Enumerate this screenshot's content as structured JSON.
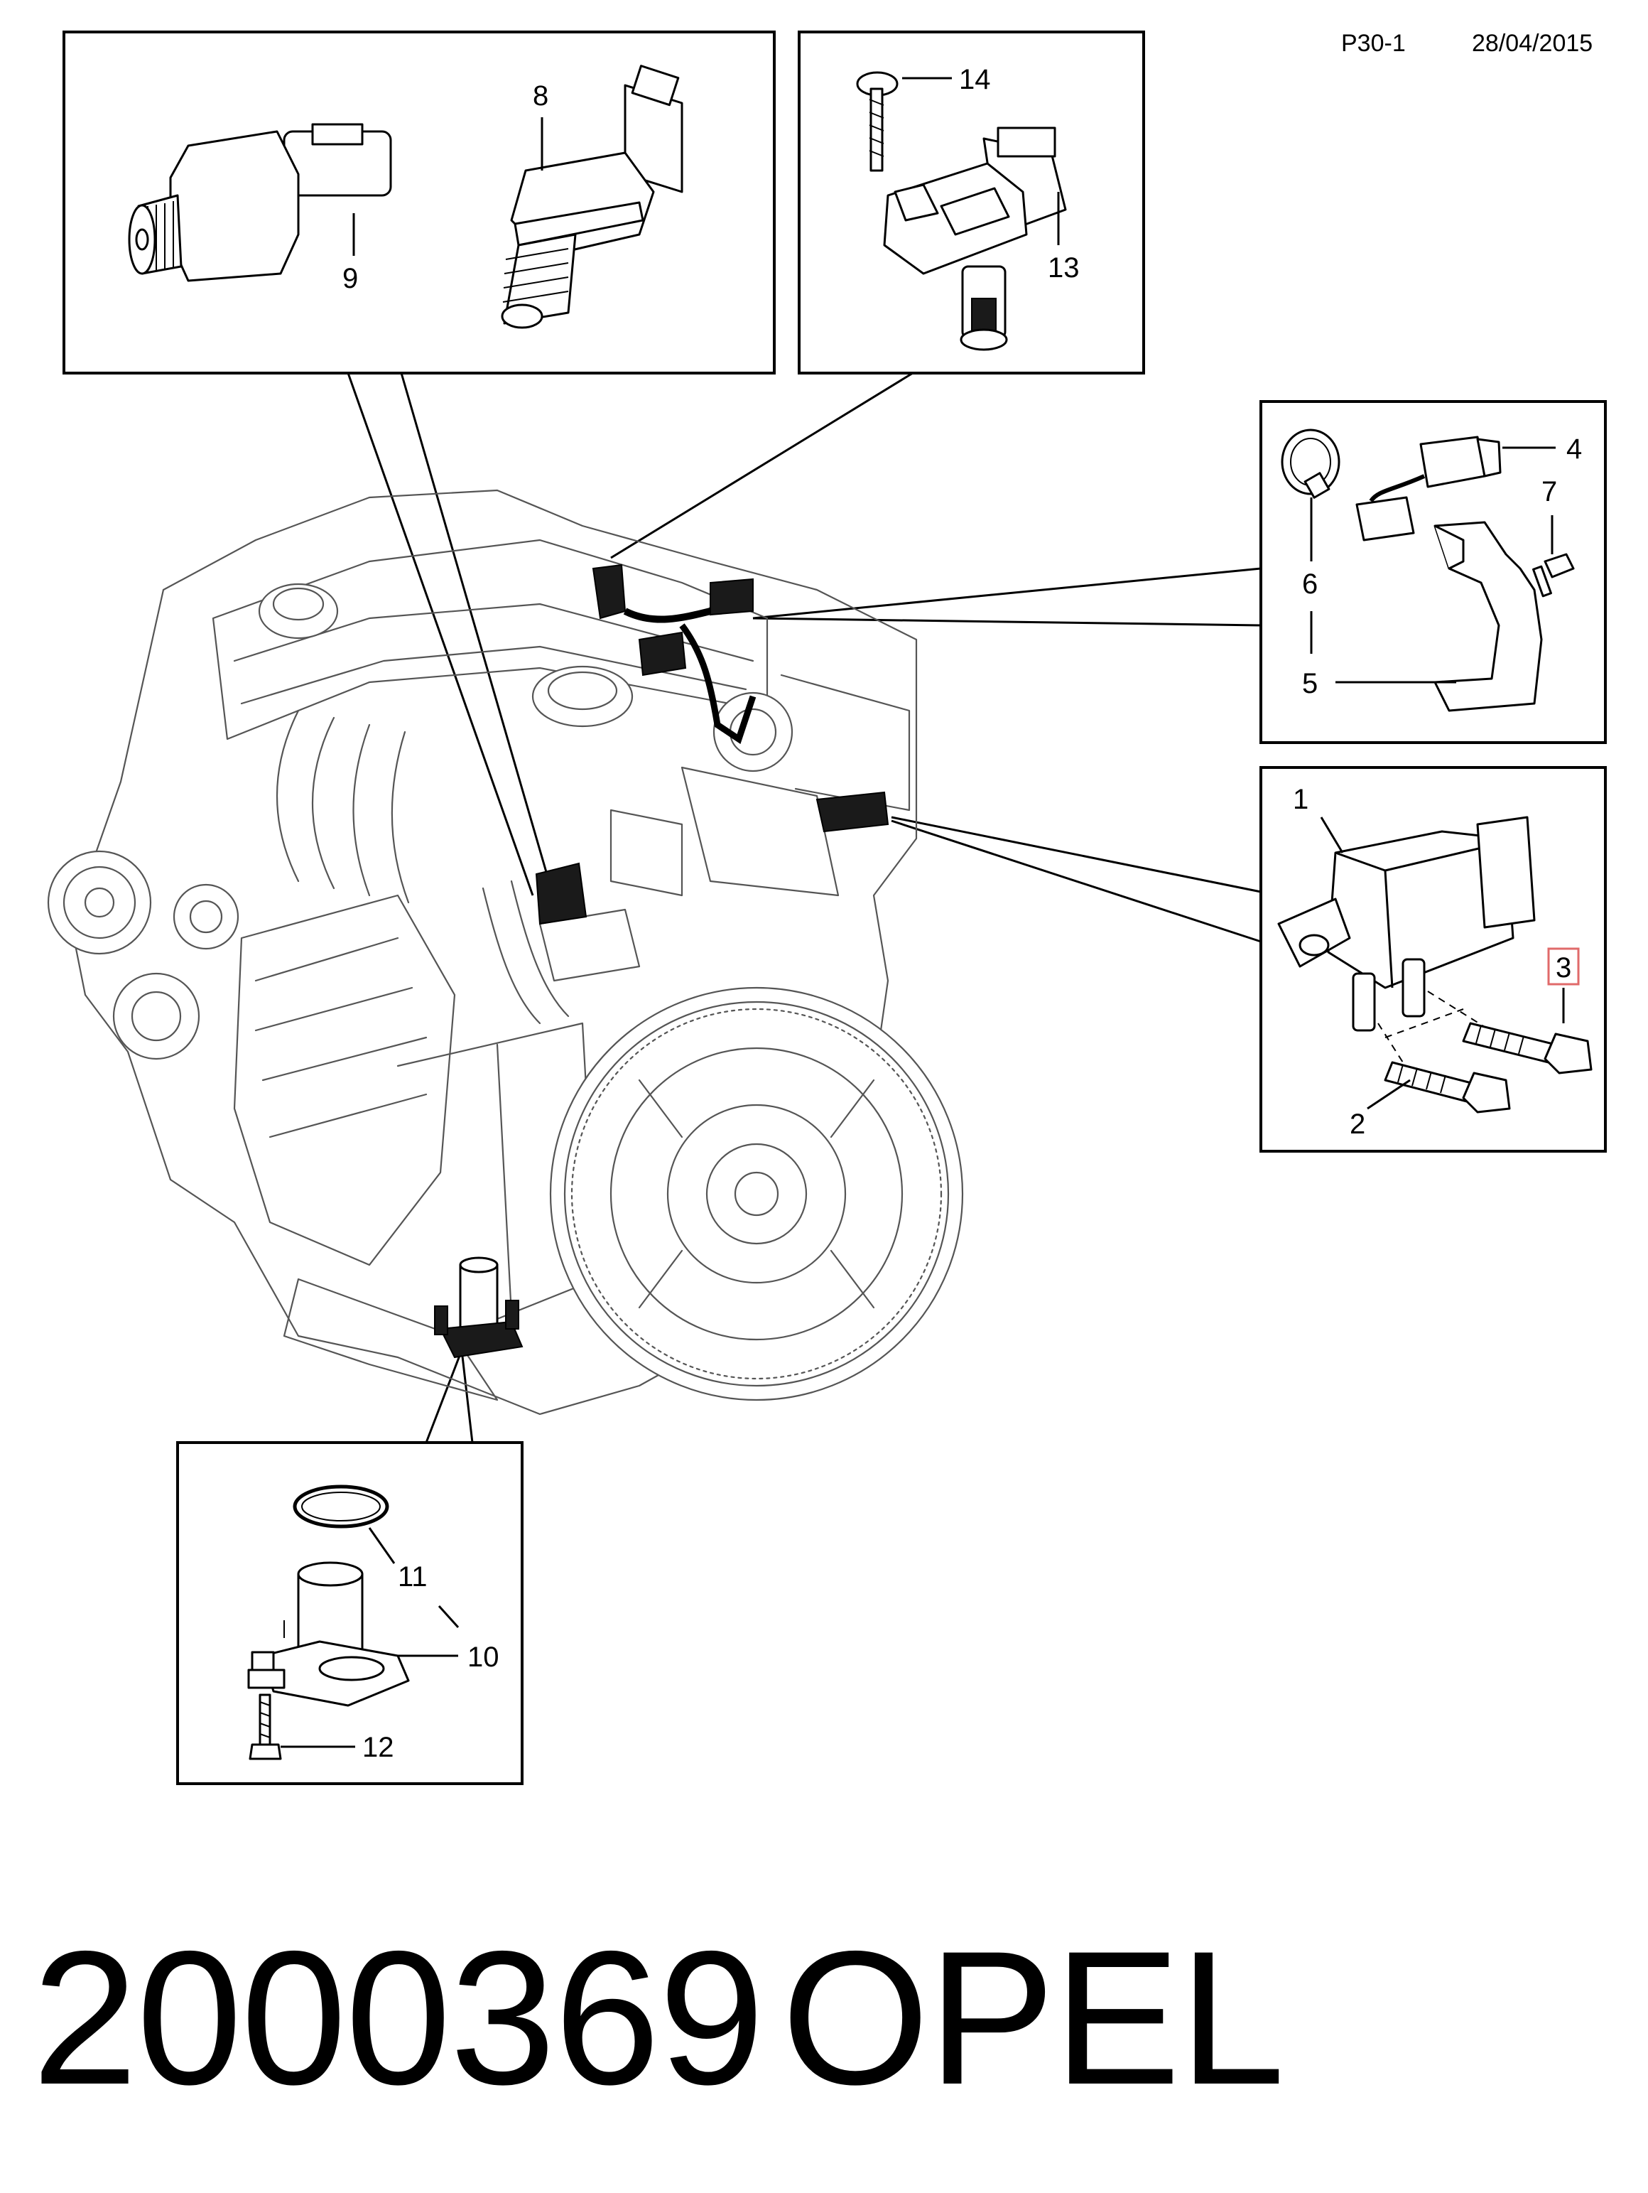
{
  "header": {
    "page_code": "P30-1",
    "date": "28/04/2015"
  },
  "footer": {
    "part_number": "2000369",
    "brand": "OPEL"
  },
  "callouts": {
    "c1": "1",
    "c2": "2",
    "c3": "3",
    "c4": "4",
    "c5": "5",
    "c6": "6",
    "c7": "7",
    "c8": "8",
    "c9": "9",
    "c10": "10",
    "c11": "11",
    "c12": "12",
    "c13": "13",
    "c14": "14"
  },
  "highlight_color": "#e06a6a"
}
